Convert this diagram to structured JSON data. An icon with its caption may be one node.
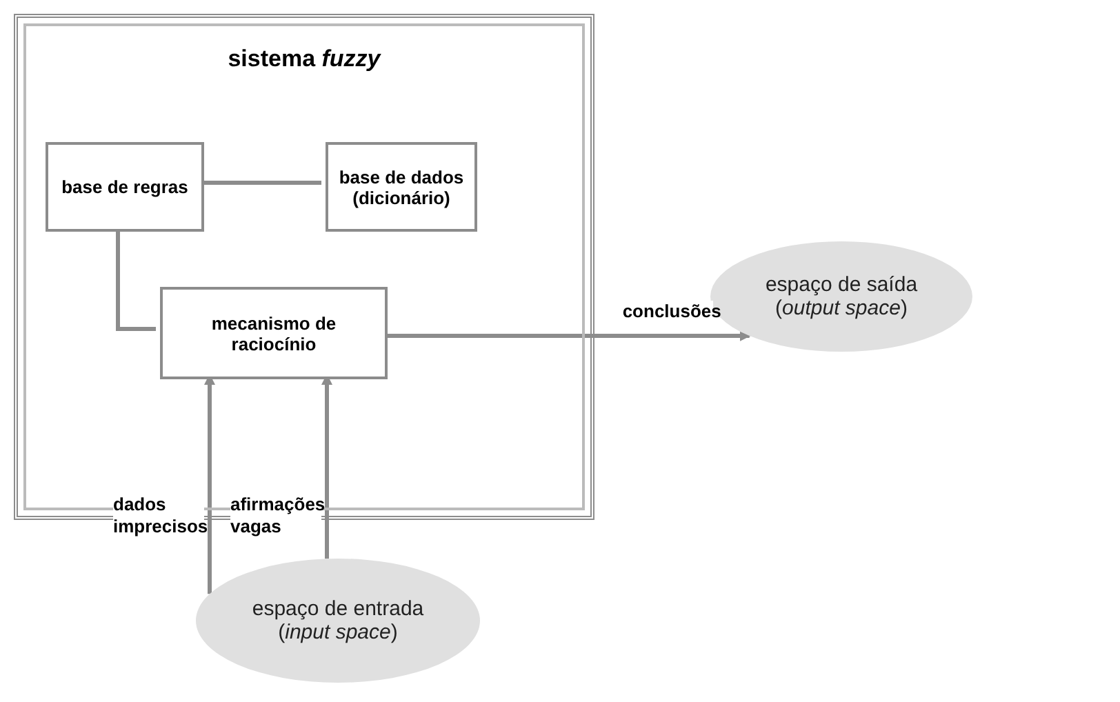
{
  "diagram": {
    "nodes": [
      {
        "text": [
          "sistema *fuzzy*"
        ]
      },
      {
        "text": [
          "base de regras"
        ],
        "in": 0
      },
      {
        "text": [
          "base de dados (dicionário)"
        ],
        "in": 0
      },
      {
        "text": [
          "mecanismo de raciocínio"
        ],
        "in": 0
      },
      {
        "text": [
          "espaço de saída",
          "(*output space*)"
        ]
      },
      {
        "text": [
          "espaço de entrada",
          "(*input space*)"
        ]
      }
    ],
    "edges": [
      {
        "from": 1,
        "to": 2,
        "arrow": "none"
      },
      {
        "from": 1,
        "to": 3,
        "arrow": "none"
      },
      {
        "from": 3,
        "to": 4,
        "arrow": "to",
        "label": "conclusões"
      },
      {
        "from": 5,
        "to": 3,
        "arrow": "to",
        "label": "dados imprecisos"
      },
      {
        "from": 5,
        "to": 3,
        "arrow": "to",
        "label": "afirmações vagas"
      }
    ]
  }
}
